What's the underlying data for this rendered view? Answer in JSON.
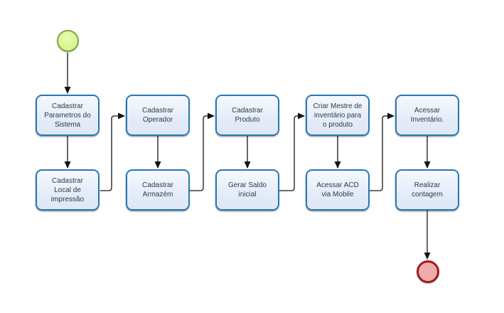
{
  "colors": {
    "canvas-bg": "#ffffff",
    "task-border": "#2678b5",
    "task-fill-top": "#f6f9fd",
    "task-fill-bottom": "#e2eaf8",
    "task-text": "#2d3a45",
    "connector": "#141414",
    "start-fill": "#d5f48b",
    "start-fill-light": "#e9fcb2",
    "start-border": "#7fa43e",
    "end-fill": "#eeacac",
    "end-border": "#a31a1a"
  },
  "tasks": [
    {
      "label": "Cadastrar\nParametros do\nSistema"
    },
    {
      "label": "Cadastrar\nLocal de\nimpressão"
    },
    {
      "label": "Cadastrar\nOperador"
    },
    {
      "label": "Cadastrar\nArmazém"
    },
    {
      "label": "Cadastrar\nProduto"
    },
    {
      "label": "Gerar Saldo\ninicial"
    },
    {
      "label": "Criar Mestre de\ninventário para\no produto"
    },
    {
      "label": "Acessar ACD\nvia Mobile"
    },
    {
      "label": "Acessar\nInventário."
    },
    {
      "label": "Realizar\ncontagem"
    }
  ]
}
